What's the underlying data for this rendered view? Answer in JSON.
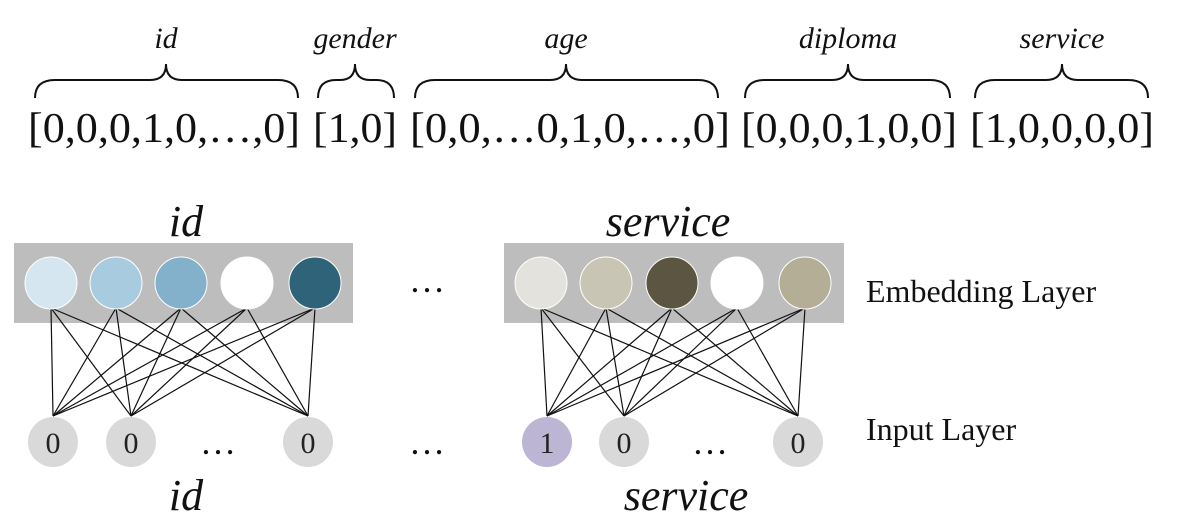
{
  "feature_vector": {
    "fields": [
      {
        "name": "id",
        "vector": "[0,0,0,1,0,…,0]"
      },
      {
        "name": "gender",
        "vector": "[1,0]"
      },
      {
        "name": "age",
        "vector": "[0,0,…0,1,0,…,0]"
      },
      {
        "name": "diploma",
        "vector": "[0,0,0,1,0,0]"
      },
      {
        "name": "service",
        "vector": "[1,0,0,0,0]"
      }
    ]
  },
  "network": {
    "embedding_layer_label": "Embedding Layer",
    "input_layer_label": "Input Layer",
    "ellipsis": "…",
    "groups": [
      {
        "top_label": "id",
        "bottom_label": "id",
        "embedding_colors": [
          "#d5e6f1",
          "#a9cbdf",
          "#83b1cc",
          "#ffffff",
          "#2e6379"
        ],
        "inputs": [
          "0",
          "0",
          "…",
          "0"
        ]
      },
      {
        "top_label": "service",
        "bottom_label": "service",
        "embedding_colors": [
          "#e3e2dc",
          "#c9c5b4",
          "#5b5541",
          "#ffffff",
          "#b5ae97"
        ],
        "inputs": [
          "1",
          "0",
          "…",
          "0"
        ],
        "active_input_color": "#bcb5d4"
      }
    ]
  },
  "colors": {
    "embedding_bar": "#bdbdbd",
    "input_node": "#d9d9d9",
    "text": "#111111"
  }
}
